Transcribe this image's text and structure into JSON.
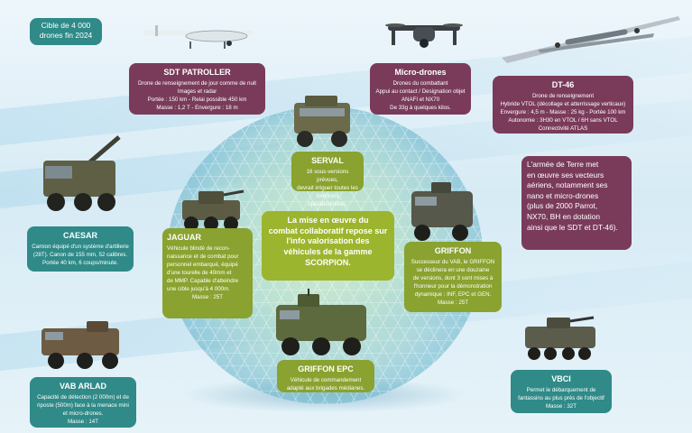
{
  "target": {
    "line1": "Cible de 4 000",
    "line2": "drones fin 2024"
  },
  "center": {
    "line1": "La mise en œuvre du",
    "line2": "combat collaboratif repose sur",
    "line3": "l'info valorisation des",
    "line4": "véhicules de la gamme",
    "line5": "SCORPION."
  },
  "army_note": {
    "line1": "L'armée de Terre met",
    "line2": "en œuvre ses vecteurs",
    "line3": "aériens, notamment ses",
    "line4": "nano et micro-drones",
    "line5": "(plus de 2000 Parrot,",
    "line6": "NX70, BH en dotation",
    "line7": "ainsi que le SDT et DT-46)."
  },
  "cards": {
    "sdt": {
      "title": "SDT PATROLLER",
      "l1": "Drone de renseignement de jour comme de nuit",
      "l2": "Images et radar",
      "l3": "Portée : 150 km - Relai possible 450 km",
      "l4": "Masse : 1,2 T - Envergure : 18 m"
    },
    "micro": {
      "title": "Micro-drones",
      "l1": "Drones du combattant",
      "l2": "Appui au contact / Designation objet",
      "l3": "ANAFI et NX70",
      "l4": "De 33g à quelques kilos."
    },
    "dt46": {
      "title": "DT-46",
      "l1": "Drone de renseignement",
      "l2": "Hybride VTOL (décollage et atterrissage verticaux)",
      "l3": "Envergure : 4,5 m - Masse : 25 kg - Portée 100 km",
      "l4": "Autonomie : 3H30 en VTOL / 6H sans VTOL",
      "l5": "Connectivité ATLAS"
    },
    "serval": {
      "title": "SERVAL",
      "l1": "16 sous-versions prévues,",
      "l2": "devrait irriguer toutes les",
      "l3": "fonctions opérationnelles."
    },
    "caesar": {
      "title": "CAESAR",
      "l1": "Camion équipé d'un système d'artillerie",
      "l2": "(28T). Canon de 155 mm, 52 calibres.",
      "l3": "Portée 40 km, 6 coups/minute."
    },
    "jaguar": {
      "title": "JAGUAR",
      "l1": "Véhicule blindé de recon-",
      "l2": "naissance et de combat pour",
      "l3": "personnel embarqué, équipé",
      "l4": "d'une tourelle de 40mm et",
      "l5": "de MMP. Capable d'atteindre",
      "l6": "une cible jusqu'à 4 000m.",
      "l7": "Masse : 25T"
    },
    "griffon": {
      "title": "GRIFFON",
      "l1": "Successeur du VAB, le GRIFFON",
      "l2": "se déclinera en une douzaine",
      "l3": "de versions, dont 3 sont mises à",
      "l4": "l'honneur pour la démonstration",
      "l5": "dynamique : INF, EPC et GEN.",
      "l6": "Masse : 25T"
    },
    "vab": {
      "title": "VAB ARLAD",
      "l1": "Capacité de détection (2 000m) et de",
      "l2": "riposte (500m) face à la menace mini",
      "l3": "et micro-drones.",
      "l4": "Masse : 14T"
    },
    "griffon_epc": {
      "title": "GRIFFON EPC",
      "l1": "Véhicule de commandement",
      "l2": "adapté aux brigades médianes."
    },
    "vbci": {
      "title": "VBCI",
      "l1": "Permet le débarquement de",
      "l2": "fantassins au plus près de l'objectif",
      "l3": "Masse : 32T"
    }
  },
  "colors": {
    "plum": "#7a3b5a",
    "teal": "#2f8a88",
    "olive": "#7f9c2c",
    "lime": "#b9c93a"
  }
}
